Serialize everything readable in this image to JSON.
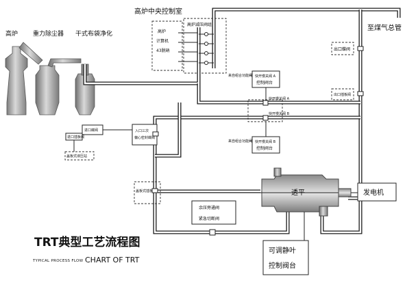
{
  "diagram": {
    "plant_labels": {
      "blast_furnace": "高炉",
      "gravity_dust_collector": "重力除尘器",
      "dry_bag_filter": "干式布袋净化"
    },
    "control_room": {
      "title": "高炉中央控制室",
      "panel_lines": [
        "高炉",
        "计算机",
        "43脱硝"
      ],
      "valve_group": "高炉减压阀组"
    },
    "gas_main": "至煤气总管",
    "valves": {
      "outlet_butterfly": "出口蝶阀",
      "outlet_gate": "出口插板阀",
      "inlet_butterfly": "进口蝶阀",
      "inlet_gate": "进口插板阀",
      "inlet_triple": [
        "入口三次",
        "偏心密封蝶阀"
      ],
      "emergency_control": "盖板式插板阀",
      "bypass_valve": "余压旁通阀",
      "emergency_shutoff": "紧急切断阀",
      "gate_hydraulic": "盖板式液压站"
    },
    "fast_open_valves": {
      "a_label": "快开慢关阀 A",
      "b_label": "快开慢关阀 B",
      "source_a": "来自组合功能阀",
      "source_b": "来自组合功能阀",
      "panel_line1": "快开慢关阀 A",
      "panel_line2": "控制阀台",
      "panel_b_line1": "快开慢关阀 B",
      "panel_b_line2": "控制阀台"
    },
    "turbine": "透平",
    "generator": "发电机",
    "stator_panel": [
      "可调静叶",
      "控制阀台"
    ],
    "title": "TRT典型工艺流程图",
    "subtitle_en_small": "TYPICAL PROCESS FLOW",
    "subtitle_en_large": "CHART OF TRT"
  }
}
